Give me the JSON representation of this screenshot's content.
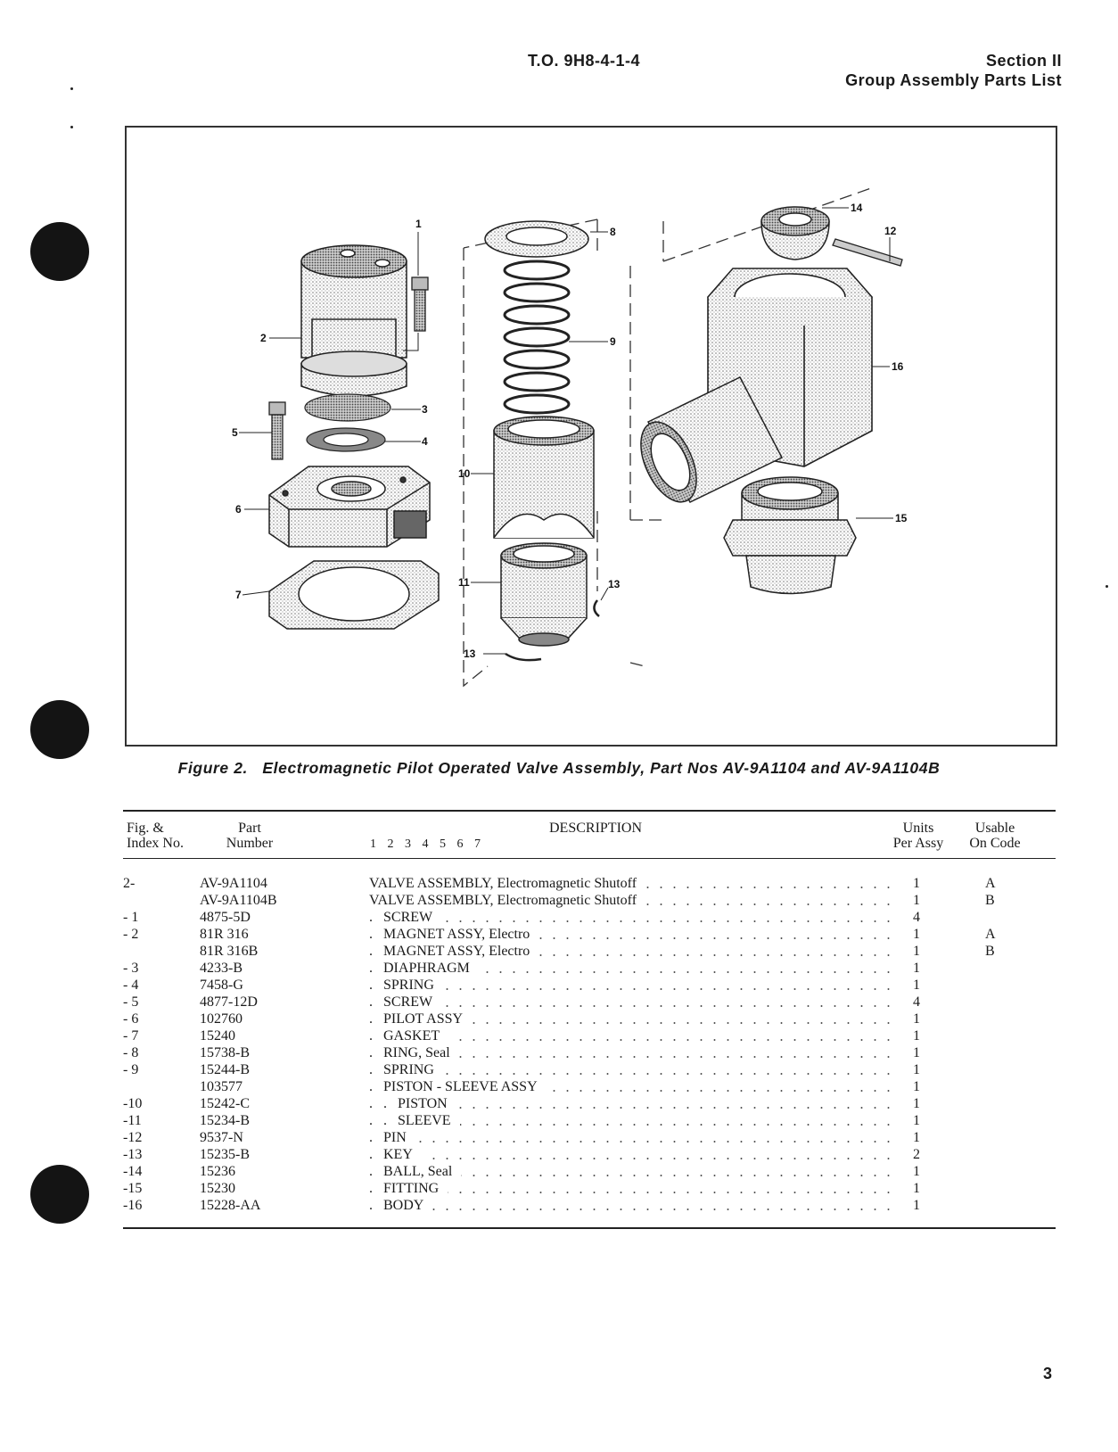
{
  "header": {
    "to_number": "T.O. 9H8-4-1-4",
    "section": "Section II",
    "subtitle": "Group Assembly Parts List"
  },
  "figure": {
    "caption": "Figure 2.   Electromagnetic Pilot Operated Valve Assembly, Part Nos AV-9A1104 and AV-9A1104B",
    "callouts": [
      "1",
      "2",
      "3",
      "4",
      "5",
      "6",
      "7",
      "8",
      "9",
      "10",
      "11",
      "12",
      "13",
      "13",
      "14",
      "15",
      "16"
    ]
  },
  "table": {
    "headers": {
      "fig_line1": "Fig. &",
      "fig_line2": "Index No.",
      "part_line1": "Part",
      "part_line2": "Number",
      "description": "DESCRIPTION",
      "indent_scale": "1   2   3   4   5   6   7",
      "units_line1": "Units",
      "units_line2": "Per Assy",
      "usable_line1": "Usable",
      "usable_line2": "On Code"
    },
    "rows": [
      {
        "index": "2-",
        "part": "AV-9A1104",
        "desc": "VALVE ASSEMBLY, Electromagnetic Shutoff",
        "units": "1",
        "code": "A"
      },
      {
        "index": "",
        "part": "AV-9A1104B",
        "desc": "VALVE ASSEMBLY, Electromagnetic Shutoff",
        "units": "1",
        "code": "B"
      },
      {
        "index": "- 1",
        "part": "4875-5D",
        "desc": ".   SCREW",
        "units": "4",
        "code": ""
      },
      {
        "index": "- 2",
        "part": "81R 316",
        "desc": ".   MAGNET ASSY, Electro",
        "units": "1",
        "code": "A"
      },
      {
        "index": "",
        "part": "81R 316B",
        "desc": ".   MAGNET ASSY, Electro",
        "units": "1",
        "code": "B"
      },
      {
        "index": "- 3",
        "part": "4233-B",
        "desc": ".   DIAPHRAGM",
        "units": "1",
        "code": ""
      },
      {
        "index": "- 4",
        "part": "7458-G",
        "desc": ".   SPRING",
        "units": "1",
        "code": ""
      },
      {
        "index": "- 5",
        "part": "4877-12D",
        "desc": ".   SCREW",
        "units": "4",
        "code": ""
      },
      {
        "index": "- 6",
        "part": "102760",
        "desc": ".   PILOT ASSY",
        "units": "1",
        "code": ""
      },
      {
        "index": "- 7",
        "part": "15240",
        "desc": ".   GASKET",
        "units": "1",
        "code": ""
      },
      {
        "index": "- 8",
        "part": "15738-B",
        "desc": ".   RING, Seal",
        "units": "1",
        "code": ""
      },
      {
        "index": "- 9",
        "part": "15244-B",
        "desc": ".   SPRING",
        "units": "1",
        "code": ""
      },
      {
        "index": "",
        "part": "103577",
        "desc": ".   PISTON - SLEEVE ASSY",
        "units": "1",
        "code": ""
      },
      {
        "index": "-10",
        "part": "15242-C",
        "desc": ".   .   PISTON",
        "units": "1",
        "code": ""
      },
      {
        "index": "-11",
        "part": "15234-B",
        "desc": ".   .   SLEEVE",
        "units": "1",
        "code": ""
      },
      {
        "index": "-12",
        "part": "9537-N",
        "desc": ".   PIN",
        "units": "1",
        "code": ""
      },
      {
        "index": "-13",
        "part": "15235-B",
        "desc": ".   KEY",
        "units": "2",
        "code": ""
      },
      {
        "index": "-14",
        "part": "15236",
        "desc": ".   BALL, Seal",
        "units": "1",
        "code": ""
      },
      {
        "index": "-15",
        "part": "15230",
        "desc": ".   FITTING",
        "units": "1",
        "code": ""
      },
      {
        "index": "-16",
        "part": "15228-AA",
        "desc": ".   BODY",
        "units": "1",
        "code": ""
      }
    ]
  },
  "page_number": "3"
}
